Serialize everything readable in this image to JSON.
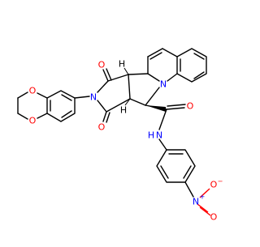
{
  "molecule": {
    "atoms": {
      "o_imide_top": "O",
      "o_imide_bottom": "O",
      "n_imide": "N",
      "n_quinoline": "N",
      "o_dioxane_top": "O",
      "o_dioxane_bottom": "O",
      "o_amide": "O",
      "nh_amide": "N",
      "h_amide": "H",
      "n_nitro": "N",
      "plus_nitro": "+",
      "o_nitro_top": "O",
      "minus_nitro": "−",
      "o_nitro_bottom": "O",
      "h_stereo_top": "H",
      "h_stereo_bottom": "H"
    },
    "colors": {
      "carbon_bond": "#000000",
      "oxygen": "#ff0000",
      "nitrogen": "#0000ff"
    }
  }
}
